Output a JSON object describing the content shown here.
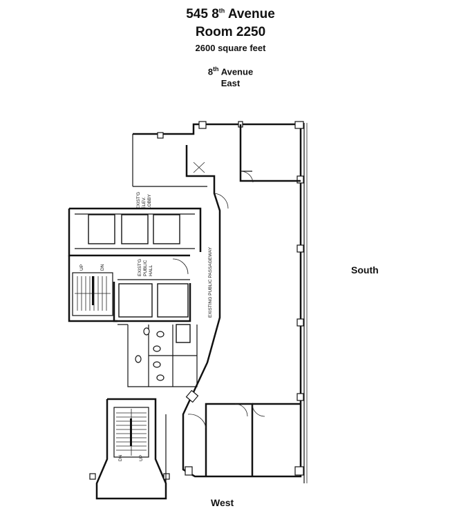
{
  "header": {
    "address_num": "545 8",
    "address_sup": "th",
    "address_rest": " Avenue",
    "room": "Room 2250",
    "area": "2600 square feet",
    "street_num": "8",
    "street_sup": "th",
    "street_rest": " Avenue",
    "street_side": "East"
  },
  "directions": {
    "right": "South",
    "bottom": "West"
  },
  "plan": {
    "labels": {
      "lobby_1": "EXIST'G",
      "lobby_2": "ELEV.",
      "lobby_3": "LOBBY",
      "hall_1": "EXIST'G",
      "hall_2": "PUBLIC",
      "hall_3": "HALL",
      "passageway": "EXISTING PUBLIC PASSAGEWAY",
      "stair_up": "UP",
      "stair_dn": "DN"
    }
  }
}
